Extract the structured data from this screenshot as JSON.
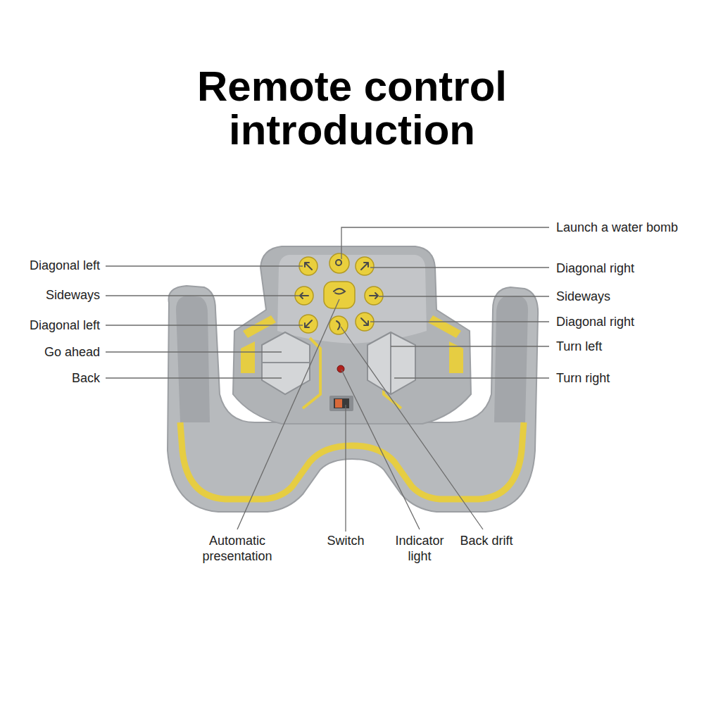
{
  "diagram": {
    "title": "Remote control introduction",
    "labels": [
      "Launch a water bomb",
      "Diagonal left",
      "Diagonal right",
      "Sideways",
      "Sideways",
      "Diagonal left",
      "Diagonal right",
      "Go ahead",
      "Turn left",
      "Back",
      "Turn right",
      "Automatic presentation",
      "Switch",
      "Indicator light",
      "Back drift"
    ]
  }
}
